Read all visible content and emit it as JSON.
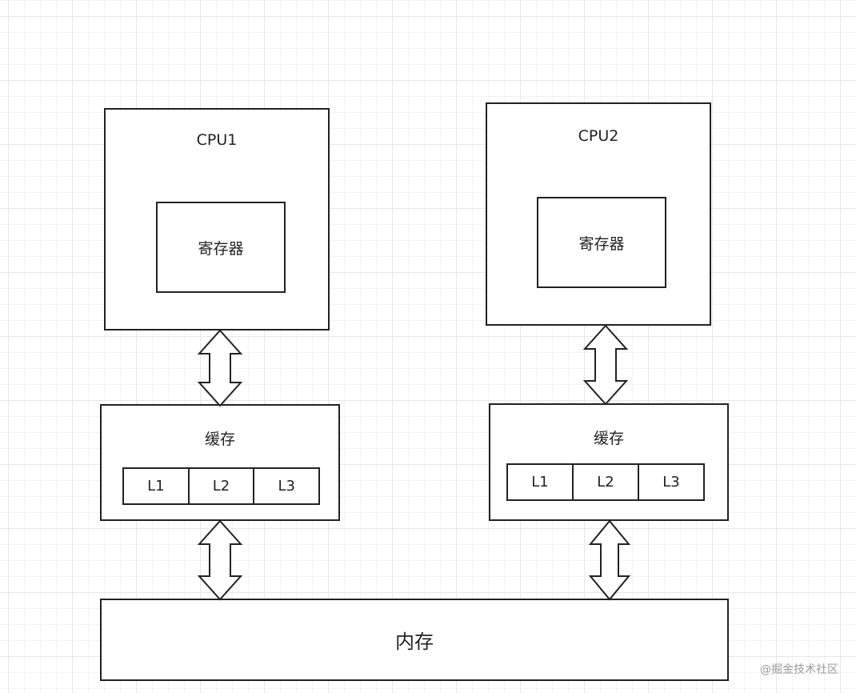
{
  "cpus": [
    {
      "name": "CPU1",
      "register": "寄存器",
      "cache": "缓存",
      "levels": [
        "L1",
        "L2",
        "L3"
      ]
    },
    {
      "name": "CPU2",
      "register": "寄存器",
      "cache": "缓存",
      "levels": [
        "L1",
        "L2",
        "L3"
      ]
    }
  ],
  "memory": "内存",
  "watermark": "@掘金技术社区",
  "colors": {
    "stroke": "#222222",
    "grid": "#e6e6e6",
    "background": "#ffffff"
  }
}
